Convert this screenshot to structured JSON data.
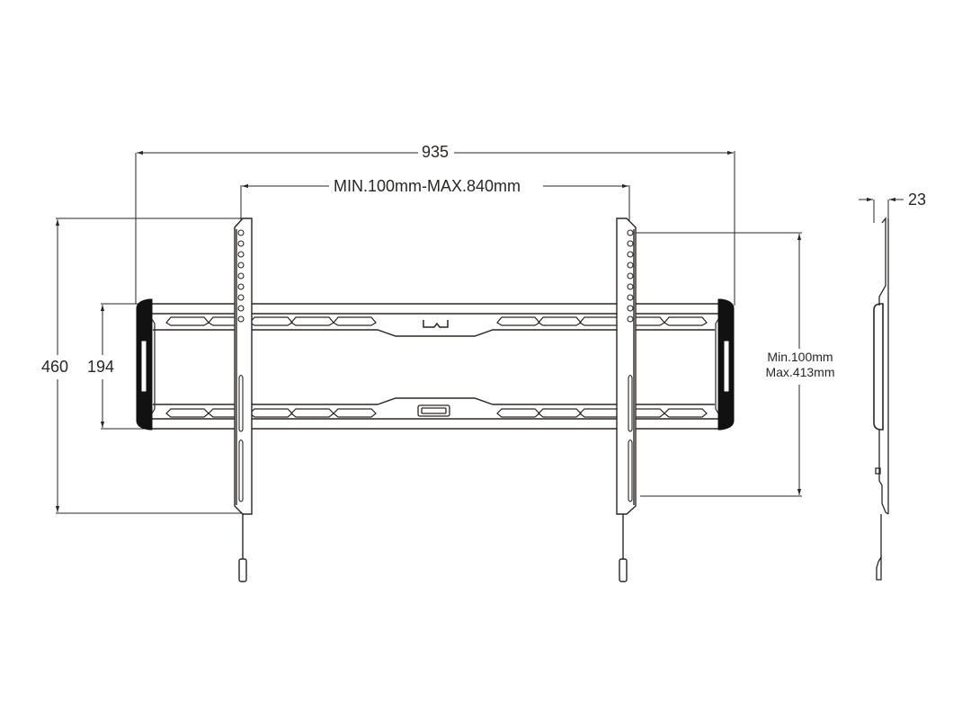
{
  "diagram": {
    "subject": "Fixed flat TV wall mount - technical dimension drawing",
    "views": [
      "front-view",
      "side-view"
    ],
    "colors": {
      "line": "#2a2624",
      "fill_dark": "#111111",
      "background": "#ffffff"
    }
  },
  "dimensions": {
    "overall_width": "935",
    "vesa_horizontal": "MIN.100mm-MAX.840mm",
    "overall_height": "460",
    "plate_height": "194",
    "vesa_vertical_min": "Min.100mm",
    "vesa_vertical_max": "Max.413mm",
    "depth": "23"
  }
}
